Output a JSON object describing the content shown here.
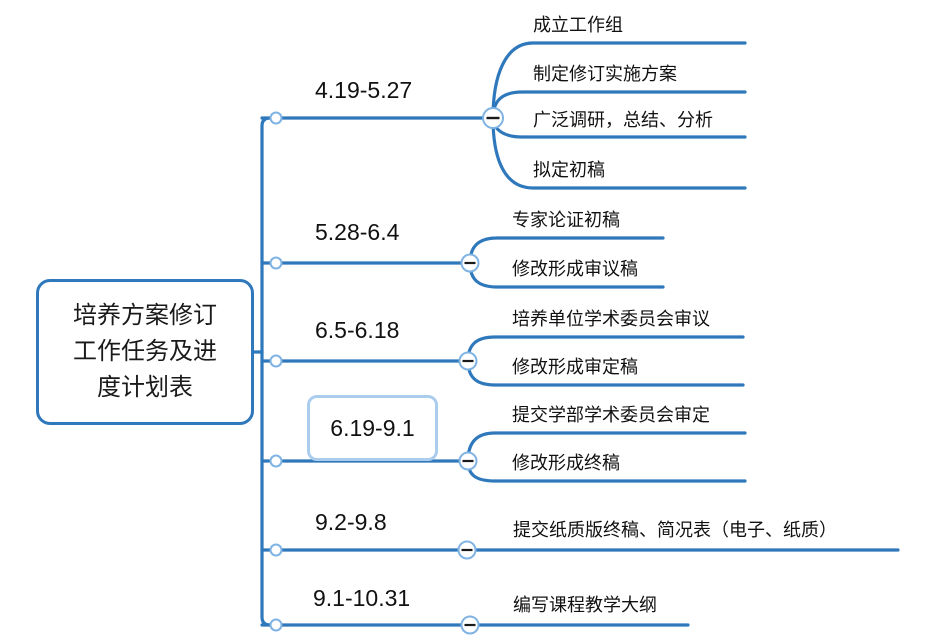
{
  "title": "培养方案修订工作任务及进度计划表",
  "root": {
    "label": "培养方案修订\n工作任务及进\n度计划表"
  },
  "branches": [
    {
      "label": "4.19-5.27",
      "selected": false,
      "children": [
        {
          "text": "成立工作组"
        },
        {
          "text": "制定修订实施方案"
        },
        {
          "text": "广泛调研，总结、分析"
        },
        {
          "text": "拟定初稿"
        }
      ]
    },
    {
      "label": "5.28-6.4",
      "selected": false,
      "children": [
        {
          "text": "专家论证初稿"
        },
        {
          "text": "修改形成审议稿"
        }
      ]
    },
    {
      "label": "6.5-6.18",
      "selected": false,
      "children": [
        {
          "text": "培养单位学术委员会审议"
        },
        {
          "text": "修改形成审定稿"
        }
      ]
    },
    {
      "label": "6.19-9.1",
      "selected": true,
      "children": [
        {
          "text": "提交学部学术委员会审定"
        },
        {
          "text": "修改形成终稿"
        }
      ]
    },
    {
      "label": "9.2-9.8",
      "selected": false,
      "children": [
        {
          "text": "提交纸质版终稿、简况表（电子、纸质）"
        }
      ]
    },
    {
      "label": "9.1-10.31",
      "selected": false,
      "children": [
        {
          "text": "编写课程教学大纲"
        }
      ]
    }
  ],
  "icons": {
    "collapse_button": "minus-in-circle",
    "anchor_dot": "small-circle"
  },
  "colors": {
    "branch_line": "#2e78bb",
    "root_border": "#2e78bb",
    "collapse_circle_stroke": "#7fb3e3",
    "anchor_dot_stroke": "#7fb3e3",
    "selection_box": "#aacdee",
    "text": "#111111",
    "background": "#ffffff"
  }
}
